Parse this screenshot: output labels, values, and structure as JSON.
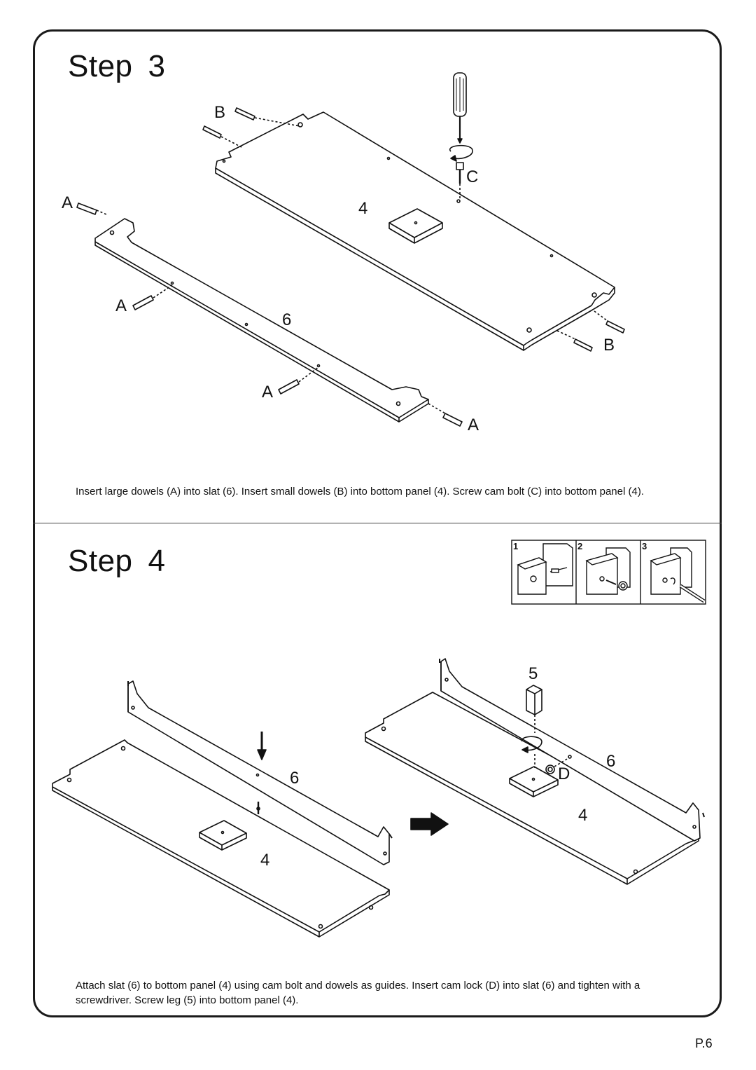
{
  "step3": {
    "title_word": "Step",
    "title_number": "3",
    "labels": {
      "dowel_b_top": "B",
      "cam_bolt_c": "C",
      "dowel_a_left": "A",
      "panel_4": "4",
      "dowel_a_mid": "A",
      "slat_6": "6",
      "dowel_b_right": "B",
      "dowel_a_bottom": "A",
      "dowel_a_end": "A"
    },
    "instruction": "Insert large dowels (A) into slat (6). Insert small dowels (B) into bottom panel (4). Screw cam bolt (C) into bottom panel (4)."
  },
  "step4": {
    "title_word": "Step",
    "title_number": "4",
    "inset": {
      "panel_1": "1",
      "panel_2": "2",
      "panel_3": "3"
    },
    "labels": {
      "slat_6_left": "6",
      "panel_4_left": "4",
      "leg_5": "5",
      "slat_6_right": "6",
      "cam_lock_d": "D",
      "panel_4_right": "4"
    },
    "instruction": "Attach slat (6) to bottom panel (4) using cam bolt and dowels as guides. Insert cam lock (D) into slat (6) and tighten with a screwdriver. Screw leg (5) into bottom panel (4)."
  },
  "footer": {
    "page_number": "P.6"
  }
}
